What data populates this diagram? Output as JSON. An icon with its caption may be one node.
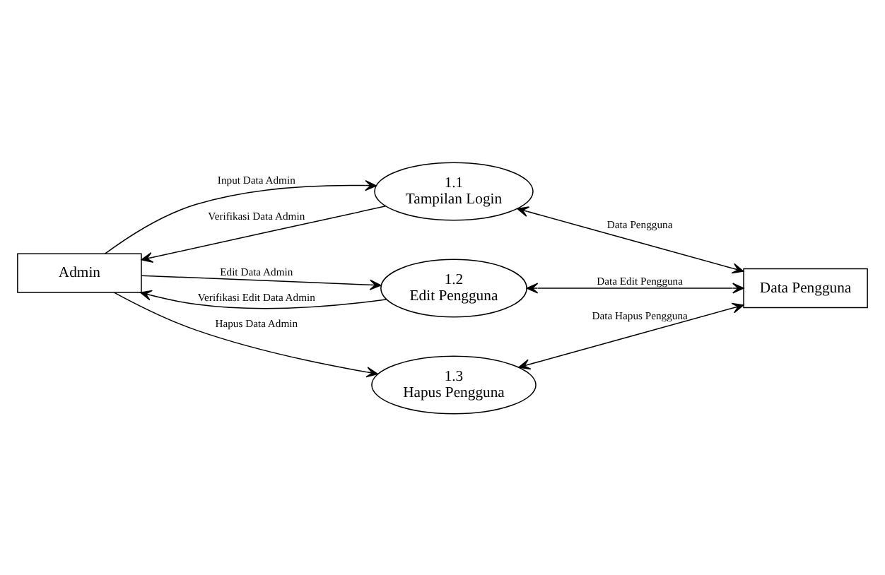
{
  "diagram": {
    "nodes": [
      {
        "text": [
          "Admin"
        ]
      },
      {
        "text": [
          "1.1",
          "Tampilan Login"
        ]
      },
      {
        "text": [
          "1.2",
          "Edit Pengguna"
        ]
      },
      {
        "text": [
          "1.3",
          "Hapus Pengguna"
        ]
      },
      {
        "text": [
          "Data Pengguna"
        ]
      }
    ],
    "edges": [
      {
        "from": 1,
        "to": 0,
        "arrow": "to",
        "label": "Verifikasi Data Admin"
      },
      {
        "from": 0,
        "to": 1,
        "arrow": "to",
        "label": "Input Data Admin"
      },
      {
        "from": 1,
        "to": 4,
        "arrow": "both",
        "label": "Data Pengguna"
      },
      {
        "from": 0,
        "to": 2,
        "arrow": "to",
        "label": "Edit Data Admin"
      },
      {
        "from": 2,
        "to": 0,
        "arrow": "to",
        "label": "Verifikasi Edit Data Admin"
      },
      {
        "from": 2,
        "to": 4,
        "arrow": "both",
        "label": "Data Edit Pengguna"
      },
      {
        "from": 0,
        "to": 3,
        "arrow": "to",
        "label": "Hapus Data Admin"
      },
      {
        "from": 3,
        "to": 4,
        "arrow": "both",
        "label": "Data Hapus Pengguna"
      }
    ]
  }
}
